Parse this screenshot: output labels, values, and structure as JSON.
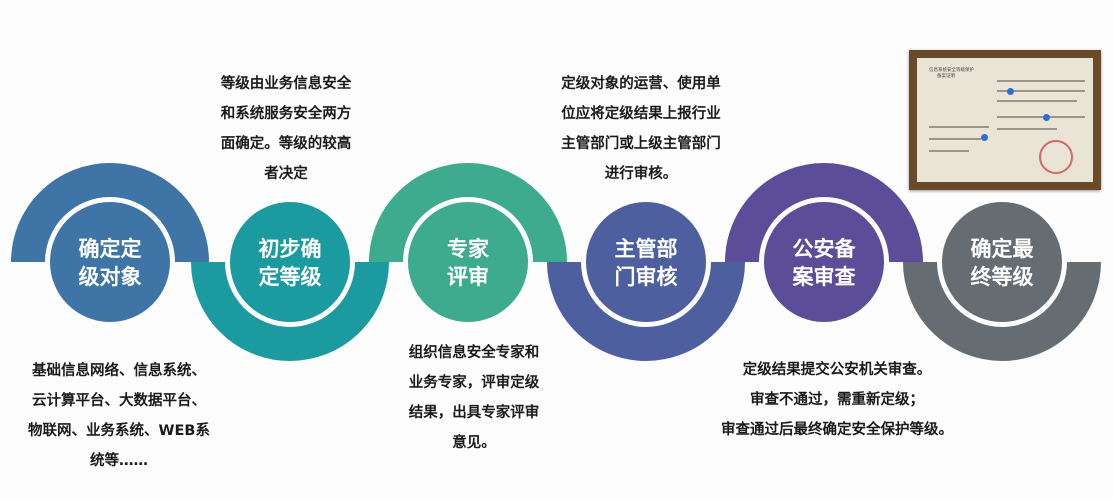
{
  "steps": [
    {
      "label": [
        "确定定",
        "级对象"
      ],
      "color": "#3f74a6"
    },
    {
      "label": [
        "初步确",
        "定等级"
      ],
      "color": "#1b9aa0"
    },
    {
      "label": [
        "专家",
        "评审"
      ],
      "color": "#3fab8e"
    },
    {
      "label": [
        "主管部",
        "门审核"
      ],
      "color": "#4d5f9e"
    },
    {
      "label": [
        "公安备",
        "案审查"
      ],
      "color": "#5b4d98"
    },
    {
      "label": [
        "确定最",
        "终等级"
      ],
      "color": "#656d73"
    }
  ],
  "notes": [
    [
      "基础信息网络、信息系统、",
      "云计算平台、大数据平台、",
      "物联网、业务系统、WEB系",
      "统等……"
    ],
    [
      "等级由业务信息安全",
      "和系统服务安全两方",
      "面确定。等级的较高",
      "者决定"
    ],
    [
      "组织信息安全专家和",
      "业务专家，评审定级",
      "结果，出具专家评审",
      "意见。"
    ],
    [
      "定级对象的运营、使用单",
      "位应将定级结果上报行业",
      "主管部门或上级主管部门",
      "进行审核。"
    ],
    [
      "定级结果提交公安机关审查。",
      "审查不通过，需重新定级；",
      "审查通过后最终确定安全保护等级。"
    ]
  ],
  "certificate": {
    "title": [
      "信息系统安全等级保护",
      "备案证明"
    ]
  }
}
